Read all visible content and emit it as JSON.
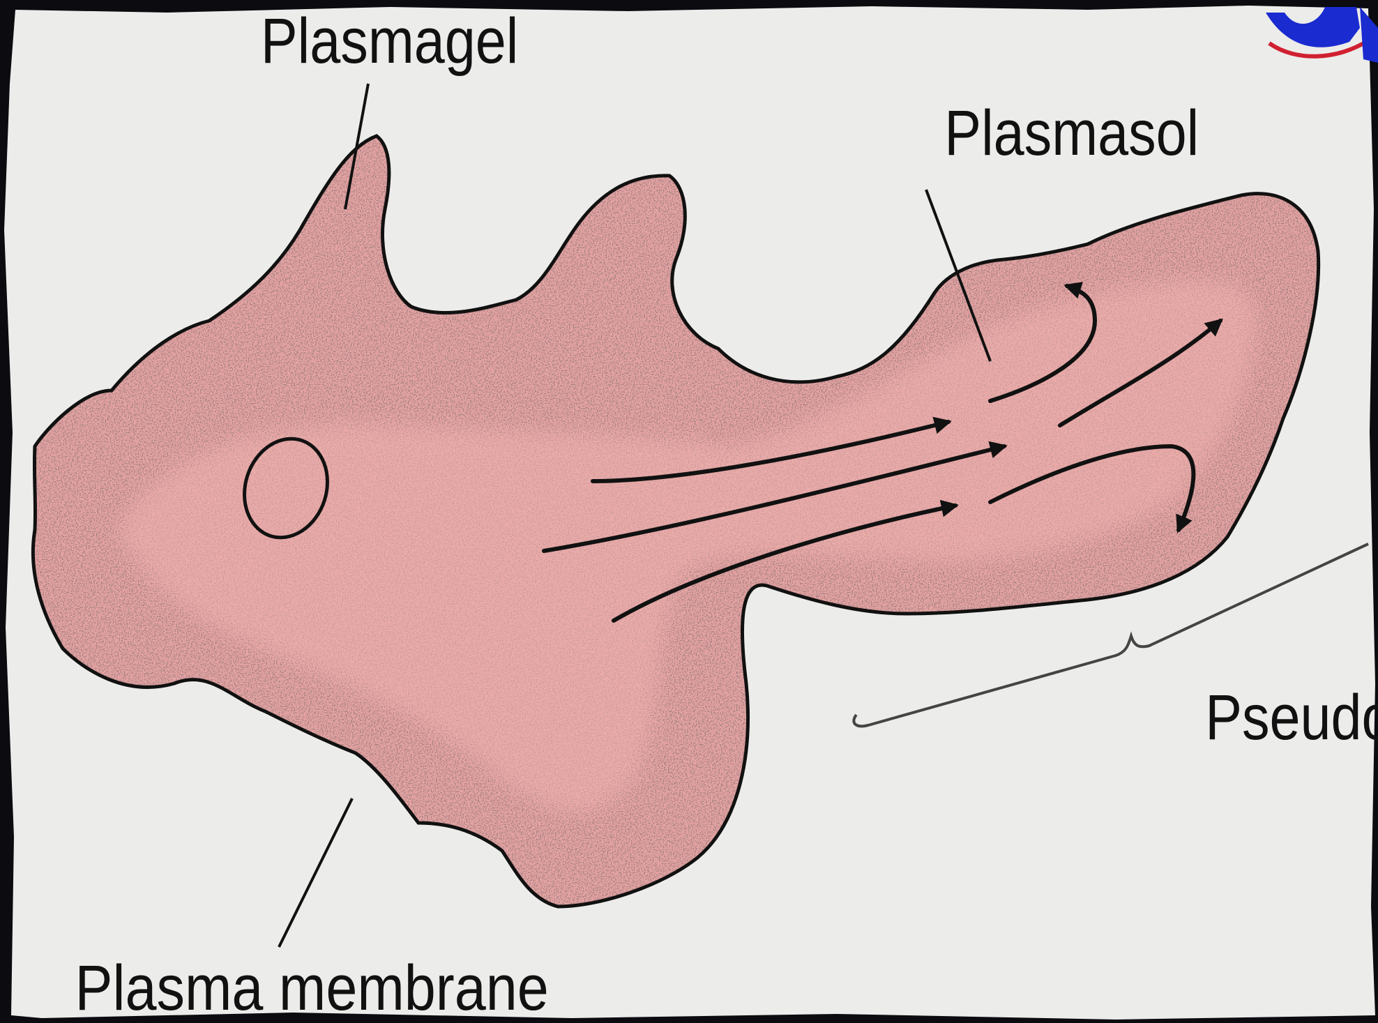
{
  "labels": {
    "plasmagel": "Plasmagel",
    "plasmasol": "Plasmasol",
    "pseudopod": "Pseudopod",
    "plasma_membrane": "Plasma membrane"
  },
  "colors": {
    "paper": "#ececea",
    "cytoplasm": "#e6a3a3",
    "ectoplasm_stipple": "#3a2a2a",
    "ink": "#111111",
    "background": "#0b0b10",
    "corner_logo_blue": "#1a2bd0",
    "corner_logo_red": "#d02030"
  }
}
